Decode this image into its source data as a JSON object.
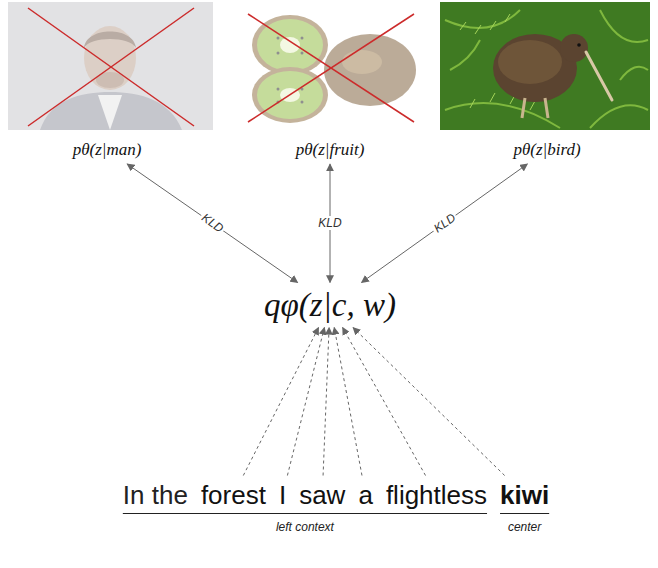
{
  "diagram": {
    "nodes": [
      {
        "text": [
          "pθ(z|man)"
        ]
      },
      {
        "text": [
          "pθ(z|fruit)"
        ]
      },
      {
        "text": [
          "pθ(z|bird)"
        ]
      },
      {
        "text": [
          "qφ(z|c, w)"
        ]
      },
      {
        "text": [
          "forest"
        ]
      },
      {
        "text": [
          "I"
        ]
      },
      {
        "text": [
          "saw"
        ]
      },
      {
        "text": [
          "a"
        ]
      },
      {
        "text": [
          "flightless"
        ]
      },
      {
        "text": [
          "kiwi"
        ]
      }
    ],
    "edges": [
      {
        "from": 3,
        "to": 0,
        "arrow": "both",
        "label": "KLD"
      },
      {
        "from": 3,
        "to": 1,
        "arrow": "both",
        "label": "KLD"
      },
      {
        "from": 3,
        "to": 2,
        "arrow": "both",
        "label": "KLD"
      },
      {
        "from": 4,
        "to": 3,
        "arrow": "to"
      },
      {
        "from": 5,
        "to": 3,
        "arrow": "to"
      },
      {
        "from": 6,
        "to": 3,
        "arrow": "to"
      },
      {
        "from": 7,
        "to": 3,
        "arrow": "to"
      },
      {
        "from": 8,
        "to": 3,
        "arrow": "to"
      },
      {
        "from": 9,
        "to": 3,
        "arrow": "to"
      }
    ],
    "labels": [
      "In the",
      "left context",
      "center"
    ]
  }
}
